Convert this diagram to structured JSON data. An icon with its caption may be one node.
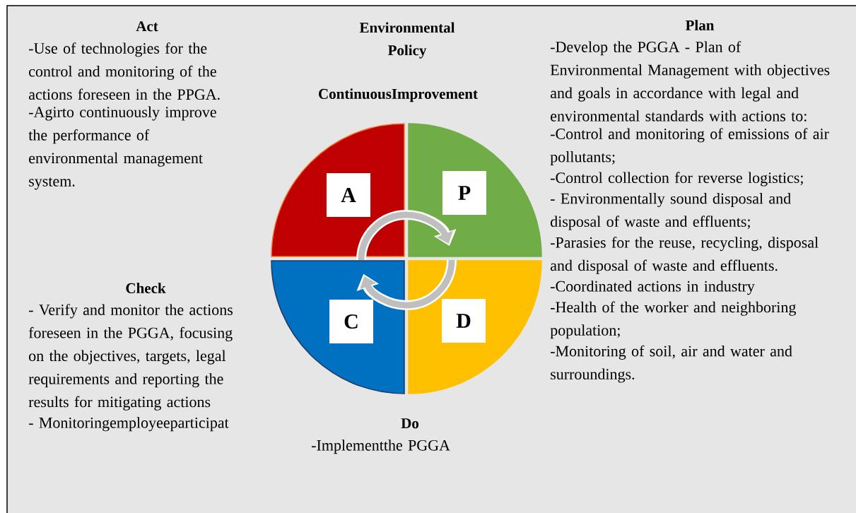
{
  "diagram": {
    "title": "Environmental Policy",
    "nodes": [
      {
        "text": [],
        "shape": "sector"
      },
      {
        "text": [
          "A"
        ],
        "in": 0
      },
      {
        "text": [],
        "shape": "sector"
      },
      {
        "text": [
          "P"
        ],
        "in": 2
      },
      {
        "text": [],
        "shape": "sector"
      },
      {
        "text": [
          "C"
        ],
        "in": 4
      },
      {
        "text": [],
        "shape": "sector"
      },
      {
        "text": [
          "D"
        ],
        "in": 6
      }
    ],
    "labels": [
      "Act",
      "-Use of technologies for the control and monitoring of the actions foreseen in the PPGA.",
      "-Agirto continuously improve the performance of environmental management system.",
      "ContinuousImprovement",
      "Plan",
      "-Develop the PGGA - Plan of Environmental Management with objectives and goals in accordance with legal and environmental standards with actions to:",
      "-Control and monitoring of emissions of air pollutants;",
      "-Control collection for reverse logistics;",
      "- Environmentally sound disposal and disposal of waste and effluents;",
      "-Parasies for the reuse, recycling, disposal and disposal of waste and effluents.",
      "-Coordinated actions in industry",
      "-Health of the worker and neighboring population;",
      "-Monitoring of soil, air and water and surroundings.",
      "Check",
      "- Verify and monitor the actions foreseen in the PGGA, focusing on the objectives, targets, legal requirements and reporting the results for mitigating actions",
      "- Monitoringemployeeparticipat",
      "Do",
      "-Implementthe PGGA"
    ]
  }
}
